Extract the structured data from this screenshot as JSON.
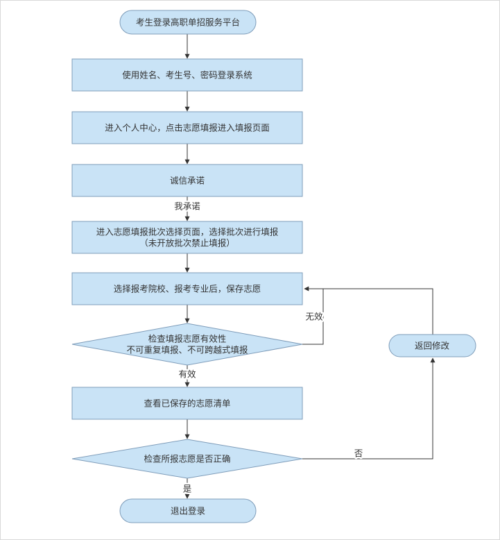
{
  "colors": {
    "shape_fill": "#C9E3F6",
    "shape_stroke": "#7E9CB9",
    "edge_color": "#333333",
    "text_color": "#333333",
    "canvas_border": "#D9D9D9"
  },
  "nodes": {
    "start": {
      "label": "考生登录高职单招服务平台"
    },
    "login": {
      "label": "使用姓名、考生号、密码登录系统"
    },
    "personal_center": {
      "label": "进入个人中心，点击志愿填报进入填报页面"
    },
    "integrity": {
      "label": "诚信承诺"
    },
    "batch_select": {
      "line1": "进入志愿填报批次选择页面，选择批次进行填报",
      "line2": "（未开放批次禁止填报）"
    },
    "save_choice": {
      "label": "选择报考院校、报考专业后，保存志愿"
    },
    "check_validity": {
      "line1": "检查填报志愿有效性",
      "line2": "不可重复填报、不可跨越式填报"
    },
    "view_saved": {
      "label": "查看已保存的志愿清单"
    },
    "check_correct": {
      "label": "检查所报志愿是否正确"
    },
    "return_modify": {
      "label": "返回修改"
    },
    "logout": {
      "label": "退出登录"
    }
  },
  "edge_labels": {
    "promise": "我承诺",
    "valid": "有效",
    "invalid": "无效",
    "yes": "是",
    "no": "否"
  }
}
